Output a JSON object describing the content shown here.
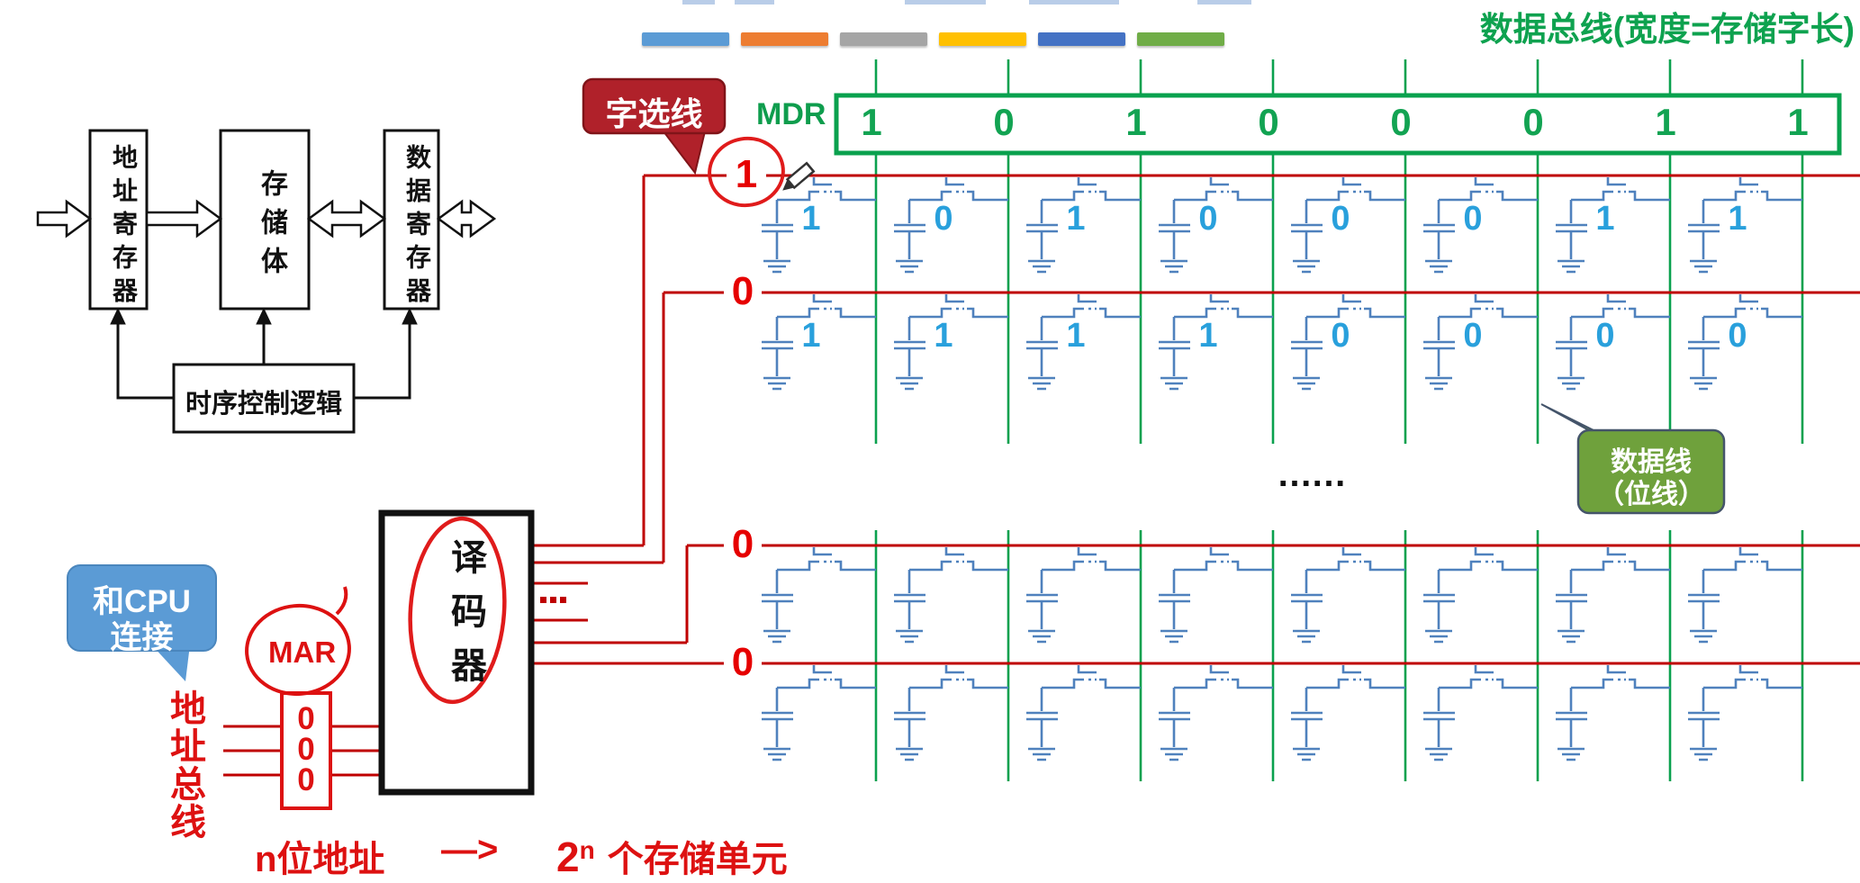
{
  "palette": {
    "green_line": "#0aa14e",
    "green_text": "#12a352",
    "wordline_red": "#bf0000",
    "label_red": "#e60000",
    "hand_red": "#e01b1b",
    "cell_blue": "#4f81bd",
    "digit_blue": "#29a0dc",
    "callout_dark_red": "#b0212a",
    "callout_green": "#6fa13c",
    "callout_blue": "#5b9bd5"
  },
  "legend": {
    "colors": [
      "#5B9BD5",
      "#ED7D31",
      "#A5A5A5",
      "#FFC000",
      "#4472C4",
      "#70AD47"
    ]
  },
  "data_bus_title": "数据总线(宽度=存储字长)",
  "mdr": {
    "label": "MDR",
    "bits": [
      "1",
      "0",
      "1",
      "0",
      "0",
      "0",
      "1",
      "1"
    ]
  },
  "callouts": {
    "word_select": "字选线",
    "bit_line": [
      "数据线",
      "（位线）"
    ],
    "cpu": [
      "和CPU",
      "连接"
    ]
  },
  "word_lines": {
    "labels": [
      "1",
      "0",
      "0",
      "0"
    ],
    "first_label_circled": true
  },
  "memory_array": {
    "rows": [
      {
        "digits": [
          "1",
          "0",
          "1",
          "0",
          "0",
          "0",
          "1",
          "1"
        ]
      },
      {
        "digits": [
          "1",
          "1",
          "1",
          "1",
          "0",
          "0",
          "0",
          "0"
        ]
      },
      {
        "digits": null
      },
      {
        "digits": null
      }
    ],
    "columns": 8,
    "ellipsis": "……"
  },
  "block_diagram": {
    "address_register": "地址寄存器",
    "memory_bank": "存储体",
    "data_register": "数据寄存器",
    "timing_logic": "时序控制逻辑"
  },
  "decoder": {
    "label": "译码器"
  },
  "mar": {
    "label": "MAR",
    "bits": [
      "0",
      "0",
      "0"
    ],
    "address_bus": "地址总线"
  },
  "bottom": {
    "n_addr": "n位地址",
    "arrow": "—>",
    "power_base": "2",
    "power_exp": "n",
    "units": "个存储单元"
  }
}
